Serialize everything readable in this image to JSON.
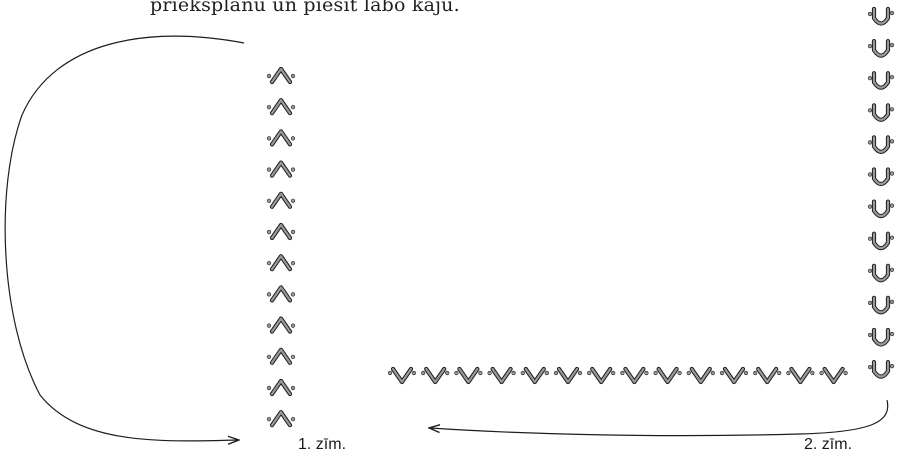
{
  "text": {
    "intro_line": "priekšplānu un piesit labo kāju.",
    "figure_1_caption": "1. zīm.",
    "figure_2_caption": "2. zīm."
  },
  "figure_1": {
    "mark": "chevron-up-mark",
    "count": 12
  },
  "figure_2": {
    "vertical_mark": "horseshoe-u-mark",
    "vertical_count": 12,
    "horizontal_mark": "chevron-down-mark",
    "horizontal_count": 14
  },
  "colors": {
    "mark_fill": "#9a9a9a",
    "mark_outline": "#1e1e1e",
    "arrow": "#1e1e1e",
    "text": "#1f1f1f"
  }
}
